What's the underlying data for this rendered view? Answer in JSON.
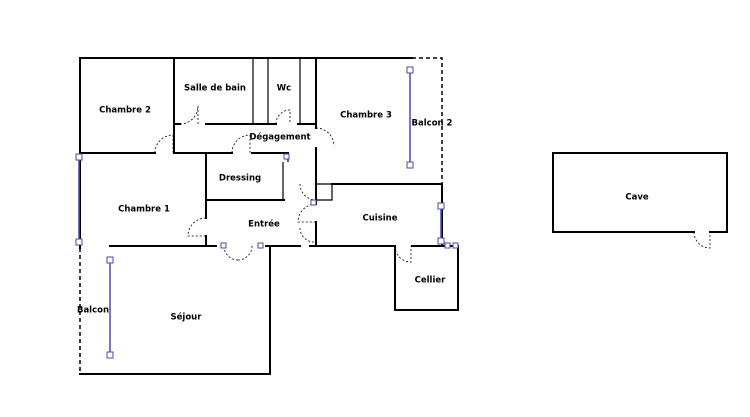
{
  "rooms": {
    "chambre2": "Chambre 2",
    "salle_de_bain": "Salle de bain",
    "wc": "Wc",
    "chambre3": "Chambre 3",
    "balcon2": "Balcon 2",
    "degagement": "Dégagement",
    "dressing": "Dressing",
    "chambre1": "Chambre 1",
    "entree": "Entrée",
    "cuisine": "Cuisine",
    "cellier": "Cellier",
    "balcon": "Balcon",
    "sejour": "Séjour",
    "cave": "Cave"
  },
  "colors": {
    "wall": "#000000",
    "window": "#4a4aa8"
  }
}
